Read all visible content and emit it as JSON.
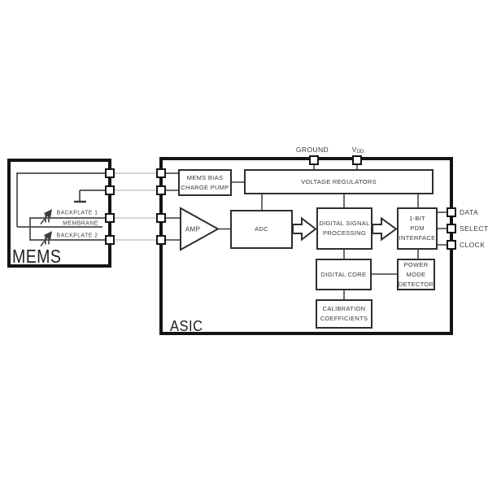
{
  "colors": {
    "bg": "#ffffff",
    "outer-line": "#141414",
    "block-line": "#2e2e2e",
    "wire": "#3c3c3c",
    "mems-wire": "#4a4a4a",
    "connector-gray": "#c7c7c7",
    "label": "#383838",
    "title": "#1f1f1f"
  },
  "mems": {
    "title": "MEMS",
    "backplate1_label": "BACKPLATE 1",
    "membrane_label": "MEMBRANE",
    "backplate2_label": "BACKPLATE 2"
  },
  "asic": {
    "title": "ASIC",
    "blocks": {
      "mems_bias": "MEMS BIAS\nCHARGE PUMP",
      "voltage_regulators": "VOLTAGE REGULATORS",
      "amp": "AMP",
      "adc": "ADC",
      "dsp": "DIGITAL SIGNAL\nPROCESSING",
      "pdm_interface": "1-BIT\nPDM\nINTERFACE",
      "digital_core": "DIGITAL CORE",
      "power_mode_detector": "POWER\nMODE\nDETECTOR",
      "calibration_coefficients": "CALIBRATION\nCOEFFICIENTS"
    },
    "pins": {
      "ground": "GROUND",
      "vdd_main": "V",
      "vdd_sub": "DD",
      "data": "DATA",
      "select": "SELECT",
      "clock": "CLOCK"
    }
  }
}
